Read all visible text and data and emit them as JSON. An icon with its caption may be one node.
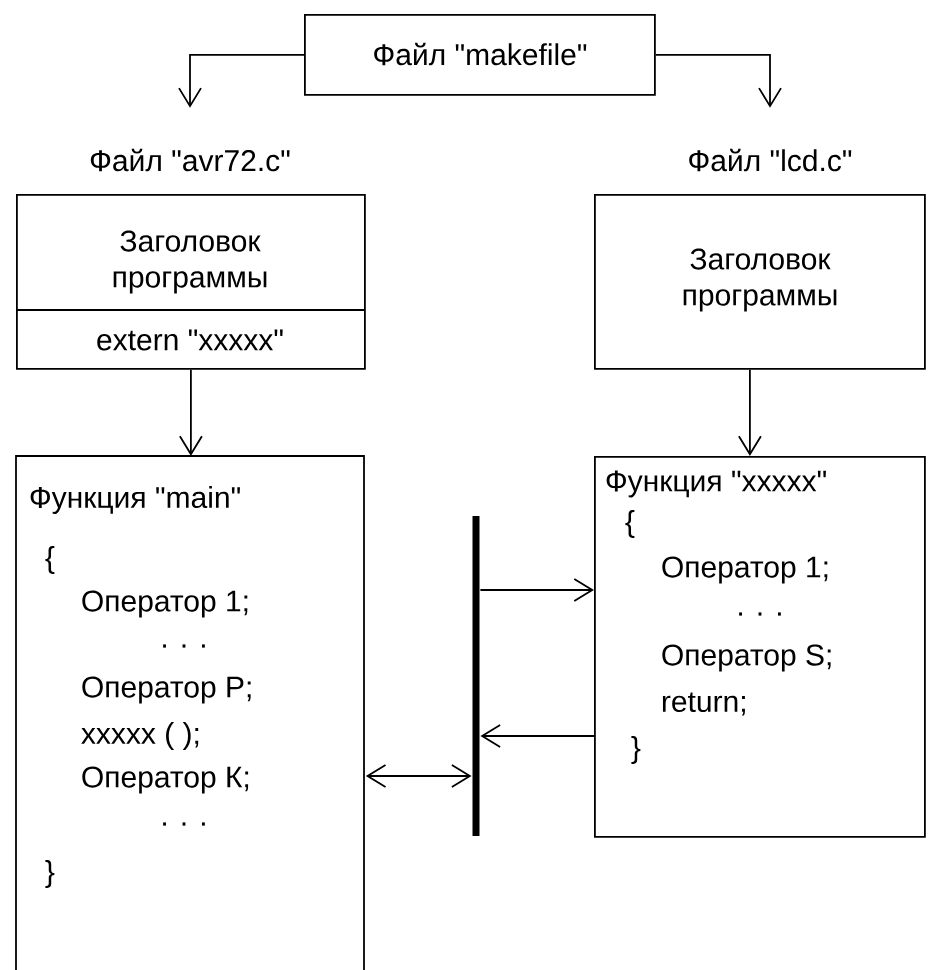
{
  "diagram": {
    "nodes": [
      {
        "text": [
          "Файл \"makefile\""
        ]
      },
      {
        "text": [
          "Файл \"avr72.c\"",
          "Заголовок программы",
          "extern \"xxxxx\""
        ]
      },
      {
        "text": [
          "Файл \"lcd.c\"",
          "Заголовок программы"
        ]
      },
      {
        "text": [
          "Функция \"main\"",
          "{",
          "Оператор 1;",
          ". . .",
          "Оператор P;",
          "xxxxx ( );",
          "Оператор К;",
          ". . .",
          "}"
        ]
      },
      {
        "text": [
          "Функция \"xxxxx\"",
          "{",
          "Оператор 1;",
          ". . .",
          "Оператор S;",
          "return;",
          "}"
        ]
      },
      {
        "text": [],
        "shape": "bar"
      }
    ],
    "edges": [
      {
        "from": 0,
        "to": 1,
        "arrow": "to"
      },
      {
        "from": 0,
        "to": 2,
        "arrow": "to"
      },
      {
        "from": 1,
        "to": 3,
        "arrow": "to"
      },
      {
        "from": 2,
        "to": 4,
        "arrow": "to"
      },
      {
        "from": 5,
        "to": 4,
        "arrow": "to"
      },
      {
        "from": 4,
        "to": 5,
        "arrow": "to"
      },
      {
        "from": 3,
        "to": 5,
        "arrow": "both"
      }
    ]
  }
}
